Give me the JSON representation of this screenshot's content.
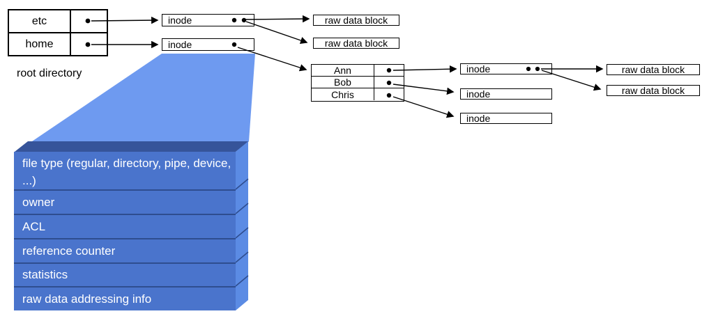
{
  "labels": {
    "inode": "inode",
    "raw_data_block": "raw data block",
    "root_directory_caption": "root directory"
  },
  "root_directory": {
    "rows": [
      {
        "name": "etc"
      },
      {
        "name": "home"
      }
    ]
  },
  "home_directory": {
    "rows": [
      {
        "name": "Ann"
      },
      {
        "name": "Bob"
      },
      {
        "name": "Chris"
      }
    ]
  },
  "inode_detail": {
    "fields": [
      "file type (regular, directory, pipe, device, ...)",
      "owner",
      "ACL",
      "reference counter",
      "statistics",
      "raw data addressing info"
    ]
  },
  "colors": {
    "funnel": "#6e9af0",
    "inode-front": "#4a74cc",
    "inode-side": "#5b8be4",
    "inode-top": "#36549a",
    "inode-divider": "#2e4d8f",
    "line": "#000000"
  }
}
